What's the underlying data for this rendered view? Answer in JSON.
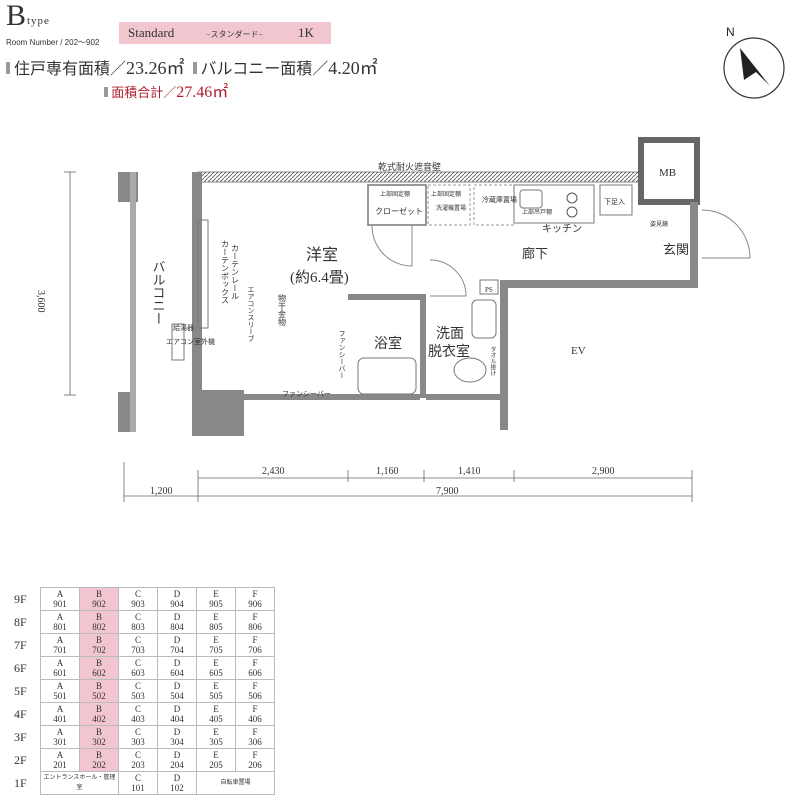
{
  "header": {
    "type_letter": "B",
    "type_word": "type",
    "room_number": "Room Number / 202～902",
    "plan_name": "Standard",
    "plan_sub": "−スタンダード−",
    "plan_layout": "1K",
    "badge_color": "#f1c6cf"
  },
  "areas": {
    "private_label": "住戸専有面積／",
    "private_value": "23.26㎡",
    "balcony_label": "バルコニー面積／",
    "balcony_value": "4.20㎡",
    "total_label": "面積合計／",
    "total_value": "27.46㎡",
    "total_color": "#b01c2e"
  },
  "compass": {
    "label": "N",
    "icon": "north-arrow-icon"
  },
  "plan": {
    "wall_top_label": "乾式耐火遮音壁",
    "mb": "MB",
    "balcony": "バルコニー",
    "curtain_box": "カーテンボックス",
    "curtain_rail": "カーテンレール",
    "western_room": "洋室",
    "western_room_size": "(約6.4畳)",
    "shelf_top1": "上部固定棚",
    "closet": "クローゼット",
    "shelf_top2": "上部固定棚",
    "washer_area": "洗濯機置場",
    "fridge_area": "冷蔵庫置場",
    "upper_cabinet": "上部吊戸棚",
    "kitchen": "キッチン",
    "shoe_box": "下足入",
    "mirror": "姿見鏡",
    "entrance": "玄関",
    "hallway": "廊下",
    "aircon_sleeve": "エアコンスリーブ",
    "drying_hardware": "物干金物",
    "ps": "PS",
    "bath": "浴室",
    "washroom_l1": "洗面",
    "washroom_l2": "脱衣室",
    "fancy_bar_v": "ファンシーバー",
    "fancy_bar_h": "ファンシーバー",
    "towel": "タオル掛け",
    "ev": "EV",
    "water_heater": "給湯器",
    "aircon_outdoor": "エアコン室外機",
    "height_dim": "3,600",
    "dims_top": [
      "2,430",
      "1,160",
      "1,410",
      "2,900"
    ],
    "dim_balcony": "1,200",
    "dim_total": "7,900"
  },
  "floors": {
    "highlight_color": "#f2c6d0",
    "rows": [
      {
        "floor": "9F",
        "units": [
          [
            "A",
            "901"
          ],
          [
            "B",
            "902"
          ],
          [
            "C",
            "903"
          ],
          [
            "D",
            "904"
          ],
          [
            "E",
            "905"
          ],
          [
            "F",
            "906"
          ]
        ]
      },
      {
        "floor": "8F",
        "units": [
          [
            "A",
            "801"
          ],
          [
            "B",
            "802"
          ],
          [
            "C",
            "803"
          ],
          [
            "D",
            "804"
          ],
          [
            "E",
            "805"
          ],
          [
            "F",
            "806"
          ]
        ]
      },
      {
        "floor": "7F",
        "units": [
          [
            "A",
            "701"
          ],
          [
            "B",
            "702"
          ],
          [
            "C",
            "703"
          ],
          [
            "D",
            "704"
          ],
          [
            "E",
            "705"
          ],
          [
            "F",
            "706"
          ]
        ]
      },
      {
        "floor": "6F",
        "units": [
          [
            "A",
            "601"
          ],
          [
            "B",
            "602"
          ],
          [
            "C",
            "603"
          ],
          [
            "D",
            "604"
          ],
          [
            "E",
            "605"
          ],
          [
            "F",
            "606"
          ]
        ]
      },
      {
        "floor": "5F",
        "units": [
          [
            "A",
            "501"
          ],
          [
            "B",
            "502"
          ],
          [
            "C",
            "503"
          ],
          [
            "D",
            "504"
          ],
          [
            "E",
            "505"
          ],
          [
            "F",
            "506"
          ]
        ]
      },
      {
        "floor": "4F",
        "units": [
          [
            "A",
            "401"
          ],
          [
            "B",
            "402"
          ],
          [
            "C",
            "403"
          ],
          [
            "D",
            "404"
          ],
          [
            "E",
            "405"
          ],
          [
            "F",
            "406"
          ]
        ]
      },
      {
        "floor": "3F",
        "units": [
          [
            "A",
            "301"
          ],
          [
            "B",
            "302"
          ],
          [
            "C",
            "303"
          ],
          [
            "D",
            "304"
          ],
          [
            "E",
            "305"
          ],
          [
            "F",
            "306"
          ]
        ]
      },
      {
        "floor": "2F",
        "units": [
          [
            "A",
            "201"
          ],
          [
            "B",
            "202"
          ],
          [
            "C",
            "203"
          ],
          [
            "D",
            "204"
          ],
          [
            "E",
            "205"
          ],
          [
            "F",
            "206"
          ]
        ]
      }
    ],
    "ground": {
      "floor": "1F",
      "entrance_hall": "エントランスホール・管理室",
      "c": [
        "C",
        "101"
      ],
      "d": [
        "D",
        "102"
      ],
      "bike": "自転車置場"
    }
  }
}
